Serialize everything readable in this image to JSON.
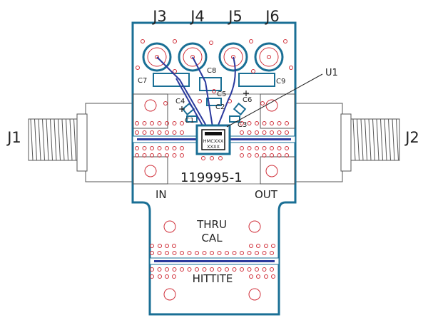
{
  "connectors": {
    "top": [
      "J3",
      "J4",
      "J5",
      "J6"
    ],
    "left": "J1",
    "right": "J2"
  },
  "components": {
    "c1": "C1",
    "c2": "C2",
    "c3": "C3",
    "c4": "C4",
    "c5": "C5",
    "c6": "C6",
    "c7": "C7",
    "c8": "C8",
    "c9": "C9",
    "u1": "U1"
  },
  "chip": {
    "line1": "HMCXXX",
    "line2": "XXXX"
  },
  "board": {
    "part_number": "119995-1",
    "in": "IN",
    "out": "OUT",
    "thru": "THRU",
    "cal": "CAL",
    "brand": "HITTITE"
  },
  "colors": {
    "trace": "#2b3a9e",
    "outline": "#1a6f95",
    "via": "#d0303a",
    "line": "#555555"
  }
}
